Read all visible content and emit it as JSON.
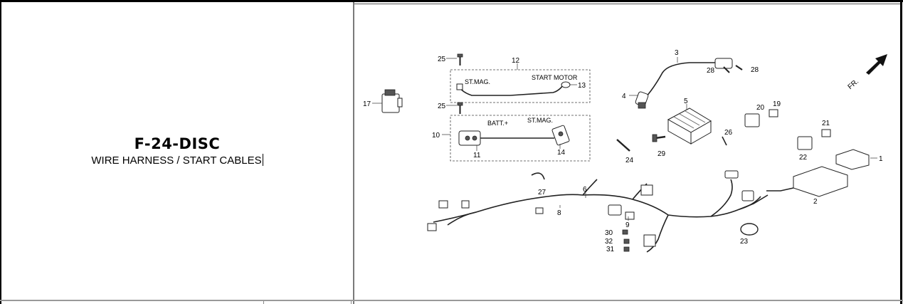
{
  "header": {
    "code": "F-24-DISC",
    "subtitle": "WIRE HARNESS / START CABLES"
  },
  "diagram": {
    "direction_label": "FR.",
    "cable_labels": {
      "st_mag_top": "ST.MAG.",
      "start_motor": "START MOTOR",
      "batt_plus": "BATT.+",
      "st_mag_bottom": "ST.MAG."
    },
    "callouts": [
      "1",
      "2",
      "3",
      "4",
      "5",
      "6",
      "8",
      "9",
      "10",
      "11",
      "12",
      "13",
      "14",
      "17",
      "19",
      "20",
      "21",
      "22",
      "23",
      "24",
      "25",
      "25",
      "26",
      "27",
      "28",
      "28",
      "29",
      "30",
      "31",
      "32"
    ]
  }
}
